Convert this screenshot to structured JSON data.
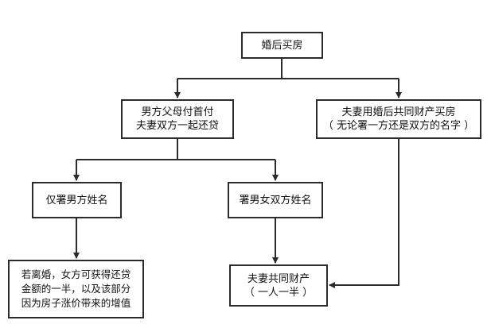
{
  "diagram": {
    "root": {
      "label": "婚后买房"
    },
    "left": {
      "lines": [
        "男方父母付首付",
        "夫妻双方一起还贷"
      ]
    },
    "right": {
      "lines": [
        "夫妻用婚后共同财产买房",
        "（ 无论署一方还是双方的名字 ）"
      ]
    },
    "male_name": {
      "label": "仅署男方姓名"
    },
    "both_names": {
      "label": "署男女双方姓名"
    },
    "divorce": {
      "lines": [
        "若离婚，女方可获得还贷",
        "金额的一半，以及该部分",
        "因为房子涨价带来的增值"
      ]
    },
    "joint": {
      "lines": [
        "夫妻共同财产",
        "（ 一人一半 ）"
      ]
    },
    "colors": {
      "stroke": "#2b2b2b",
      "background": "#ffffff",
      "text": "#111111"
    }
  }
}
